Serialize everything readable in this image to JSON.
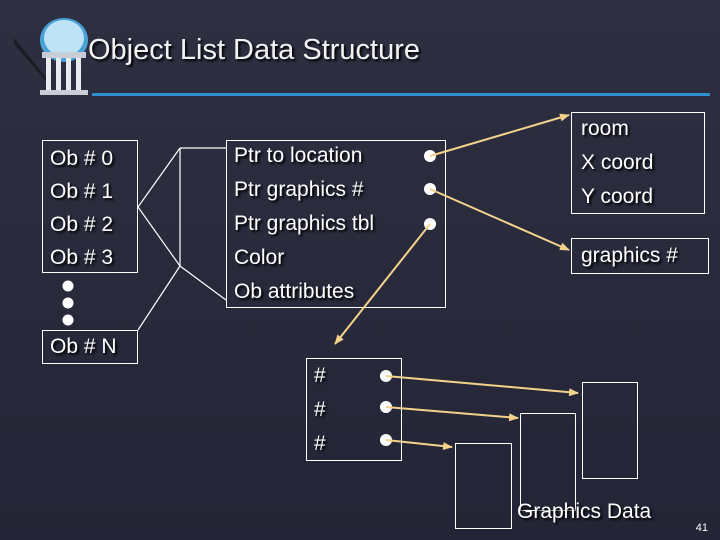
{
  "title": "Object List Data Structure",
  "object_list": {
    "items": [
      "Ob # 0",
      "Ob # 1",
      "Ob # 2",
      "Ob # 3"
    ],
    "last": "Ob # N"
  },
  "object_record": {
    "fields": [
      "Ptr to location",
      "Ptr graphics #",
      "Ptr graphics tbl",
      "Color",
      "Ob attributes"
    ]
  },
  "location_record": {
    "fields": [
      "room",
      "X coord",
      "Y coord"
    ]
  },
  "graphics_ref": "graphics #",
  "graphics_table": {
    "entries": [
      "#",
      "#",
      "#"
    ]
  },
  "graphics_data_label": "Graphics Data",
  "page_number": "41",
  "colors": {
    "background": "#2b2d3e",
    "title_rule": "#2f8fd0",
    "arrow": "#f5d28c",
    "text": "#ffffff"
  }
}
